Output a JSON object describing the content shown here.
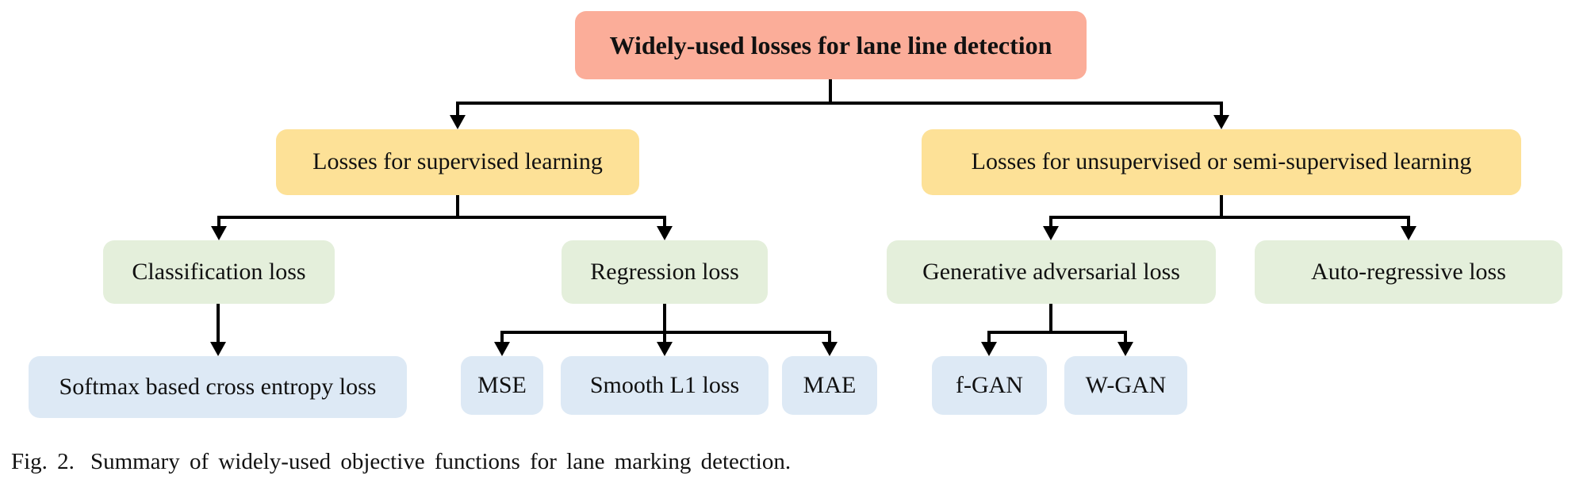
{
  "figure": {
    "caption_label": "Fig. 2.",
    "caption_text": "Summary of widely-used objective functions for lane marking detection."
  },
  "palette": {
    "root": "#FBAD99",
    "level1": "#FDE197",
    "level2": "#E4EFDB",
    "level3": "#DDE9F5",
    "connector": "#000000"
  },
  "nodes": {
    "root": {
      "label": "Widely-used losses for lane line detection",
      "level": 0
    },
    "supervised": {
      "label": "Losses for supervised learning",
      "level": 1,
      "parent": "root"
    },
    "unsupervised": {
      "label": "Losses for unsupervised or semi-supervised learning",
      "level": 1,
      "parent": "root"
    },
    "classification": {
      "label": "Classification loss",
      "level": 2,
      "parent": "supervised"
    },
    "regression": {
      "label": "Regression loss",
      "level": 2,
      "parent": "supervised"
    },
    "gan": {
      "label": "Generative adversarial loss",
      "level": 2,
      "parent": "unsupervised"
    },
    "autoregressive": {
      "label": "Auto-regressive loss",
      "level": 2,
      "parent": "unsupervised"
    },
    "softmax": {
      "label": "Softmax based cross entropy loss",
      "level": 3,
      "parent": "classification"
    },
    "mse": {
      "label": "MSE",
      "level": 3,
      "parent": "regression"
    },
    "smooth_l1": {
      "label": "Smooth L1 loss",
      "level": 3,
      "parent": "regression"
    },
    "mae": {
      "label": "MAE",
      "level": 3,
      "parent": "regression"
    },
    "f_gan": {
      "label": "f-GAN",
      "level": 3,
      "parent": "gan"
    },
    "w_gan": {
      "label": "W-GAN",
      "level": 3,
      "parent": "gan"
    }
  }
}
